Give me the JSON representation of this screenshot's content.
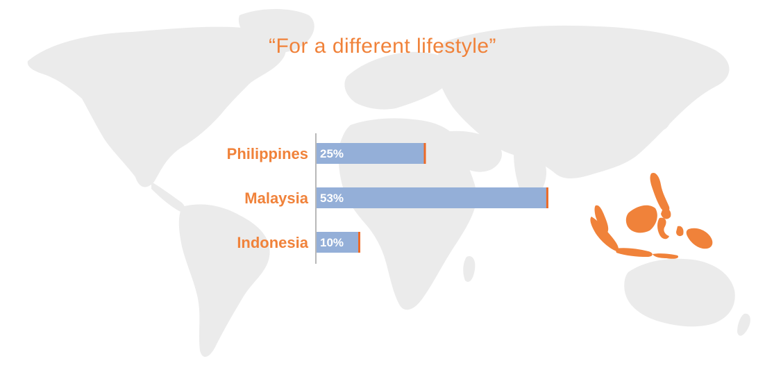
{
  "colors": {
    "accent": "#F0823A",
    "bar": "#94AFD8",
    "bar_end": "#EE6A26",
    "map_land": "#EBEBEB",
    "axis": "#A0A0A0"
  },
  "chart_data": {
    "type": "bar",
    "orientation": "horizontal",
    "title": "“For a different lifestyle”",
    "categories": [
      "Philippines",
      "Malaysia",
      "Indonesia"
    ],
    "values": [
      25,
      53,
      10
    ],
    "value_labels": [
      "25%",
      "53%",
      "10%"
    ],
    "unit": "%",
    "xlim": [
      0,
      60
    ],
    "grid": false,
    "legend": "none"
  }
}
